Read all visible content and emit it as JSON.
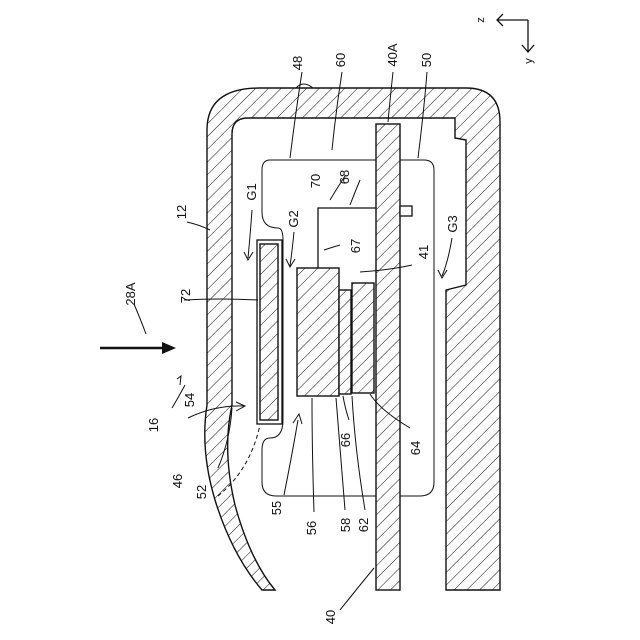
{
  "axes": {
    "z": "z",
    "y": "y"
  },
  "labels": {
    "l12": "12",
    "l16": "16",
    "l28A": "28A",
    "l40": "40",
    "l40A": "40A",
    "l41": "41",
    "l46": "46",
    "l48": "48",
    "l50": "50",
    "l52": "52",
    "l54": "54",
    "l55": "55",
    "l56": "56",
    "l58": "58",
    "l60": "60",
    "l62": "62",
    "l64": "64",
    "l66": "66",
    "l67": "67",
    "l68": "68",
    "l70": "70",
    "l72": "72",
    "G1": "G1",
    "G2": "G2",
    "G3": "G3"
  }
}
